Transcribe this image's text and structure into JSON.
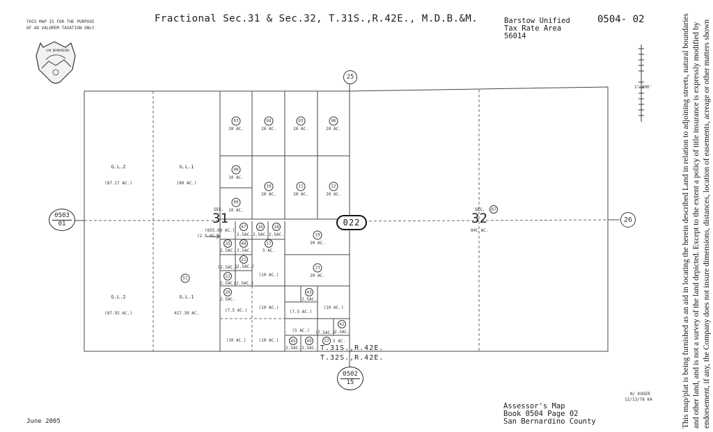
{
  "header": {
    "title": "Fractional Sec.31 & Sec.32, T.31S.,R.42E., M.D.B.&M.",
    "tax_line1": "Barstow Unified",
    "tax_line2": "Tax Rate Area",
    "tax_line3": "56014",
    "book_page": "0504- 02"
  },
  "stamp": {
    "line1": "THIS MAP IS FOR THE PURPOSE",
    "line2": "OF AD VALOREM TAXATION ONLY"
  },
  "seal": {
    "text": "SAN BERNARDINO"
  },
  "scale": {
    "text": "1\"=800'"
  },
  "adjacent": {
    "north": "25",
    "east": "26",
    "west_book": "0503",
    "west_page": "01",
    "south_book": "0502",
    "south_page": "15"
  },
  "center_label": "022",
  "sections": {
    "s31_num": "31",
    "s31_sec": "SEC.",
    "s31_ac": "(655.09 AC.)",
    "s32_num": "32",
    "s32_sec": "SEC.",
    "s32_parcel": "07",
    "s32_ac": "84C AC."
  },
  "gov_lots": {
    "gl2_top": "G.L.2",
    "gl2_top_ac": "(87.17 AC.)",
    "gl1_top": "G.L.1",
    "gl1_top_ac": "(80 AC.)",
    "gl2_bot": "G.L.2",
    "gl2_bot_ac": "(87.92 AC.)",
    "gl1_bot_parcel": "51",
    "gl1_bot": "G.L.1",
    "gl1_bot_ac": "417.39 AC."
  },
  "parcels": {
    "p03a": "03",
    "p04": "04",
    "p03b": "03",
    "p06": "06",
    "ac20": "20 AC.",
    "p08": "08",
    "p09": "09",
    "ac10": "10 AC.",
    "p10": "10",
    "p11": "11",
    "p12": "12",
    "p25ac": "(2.5 AC.)",
    "p47": "47",
    "p16": "16",
    "p18": "18",
    "ac25": "2.5AC.",
    "p35": "35",
    "p48": "48",
    "p17": "17",
    "ac5": "5 AC.",
    "p19": "19",
    "p21": "21",
    "p25acb": "(2.5AC.)",
    "p22": "22",
    "p10ac": "(10 AC.)",
    "p23": "23",
    "p26": "26",
    "p43": "43",
    "p75ac": "(7.5 AC.)",
    "p42": "42",
    "p5ac": "(5 AC.)",
    "p75acs": "(7.5AC.)",
    "p45": "45",
    "p49": "49",
    "p37": "37"
  },
  "township": {
    "t31": "T.31S.,R.42E.",
    "t32": "T.32S.,R.42E."
  },
  "disclaimer": "This map/plat is being furnished as an aid in locating the herein described Land in relation to adjoining streets, natural boundaries and other land, and is not a survey of the land depicted. Except to the extent a policy of title insurance is expressly modified by endorsement, if any, the Company does not insure dimensions, distances, location of easements, acreage or other matters shown thereon.",
  "footer": {
    "date": "June 2005",
    "map_line1": "Assessor's Map",
    "map_line2": "Book 0504 Page 02",
    "map_line3": "San Bernardino County",
    "revision1": "N/ KUSER",
    "revision2": "12/13/78 KA"
  }
}
